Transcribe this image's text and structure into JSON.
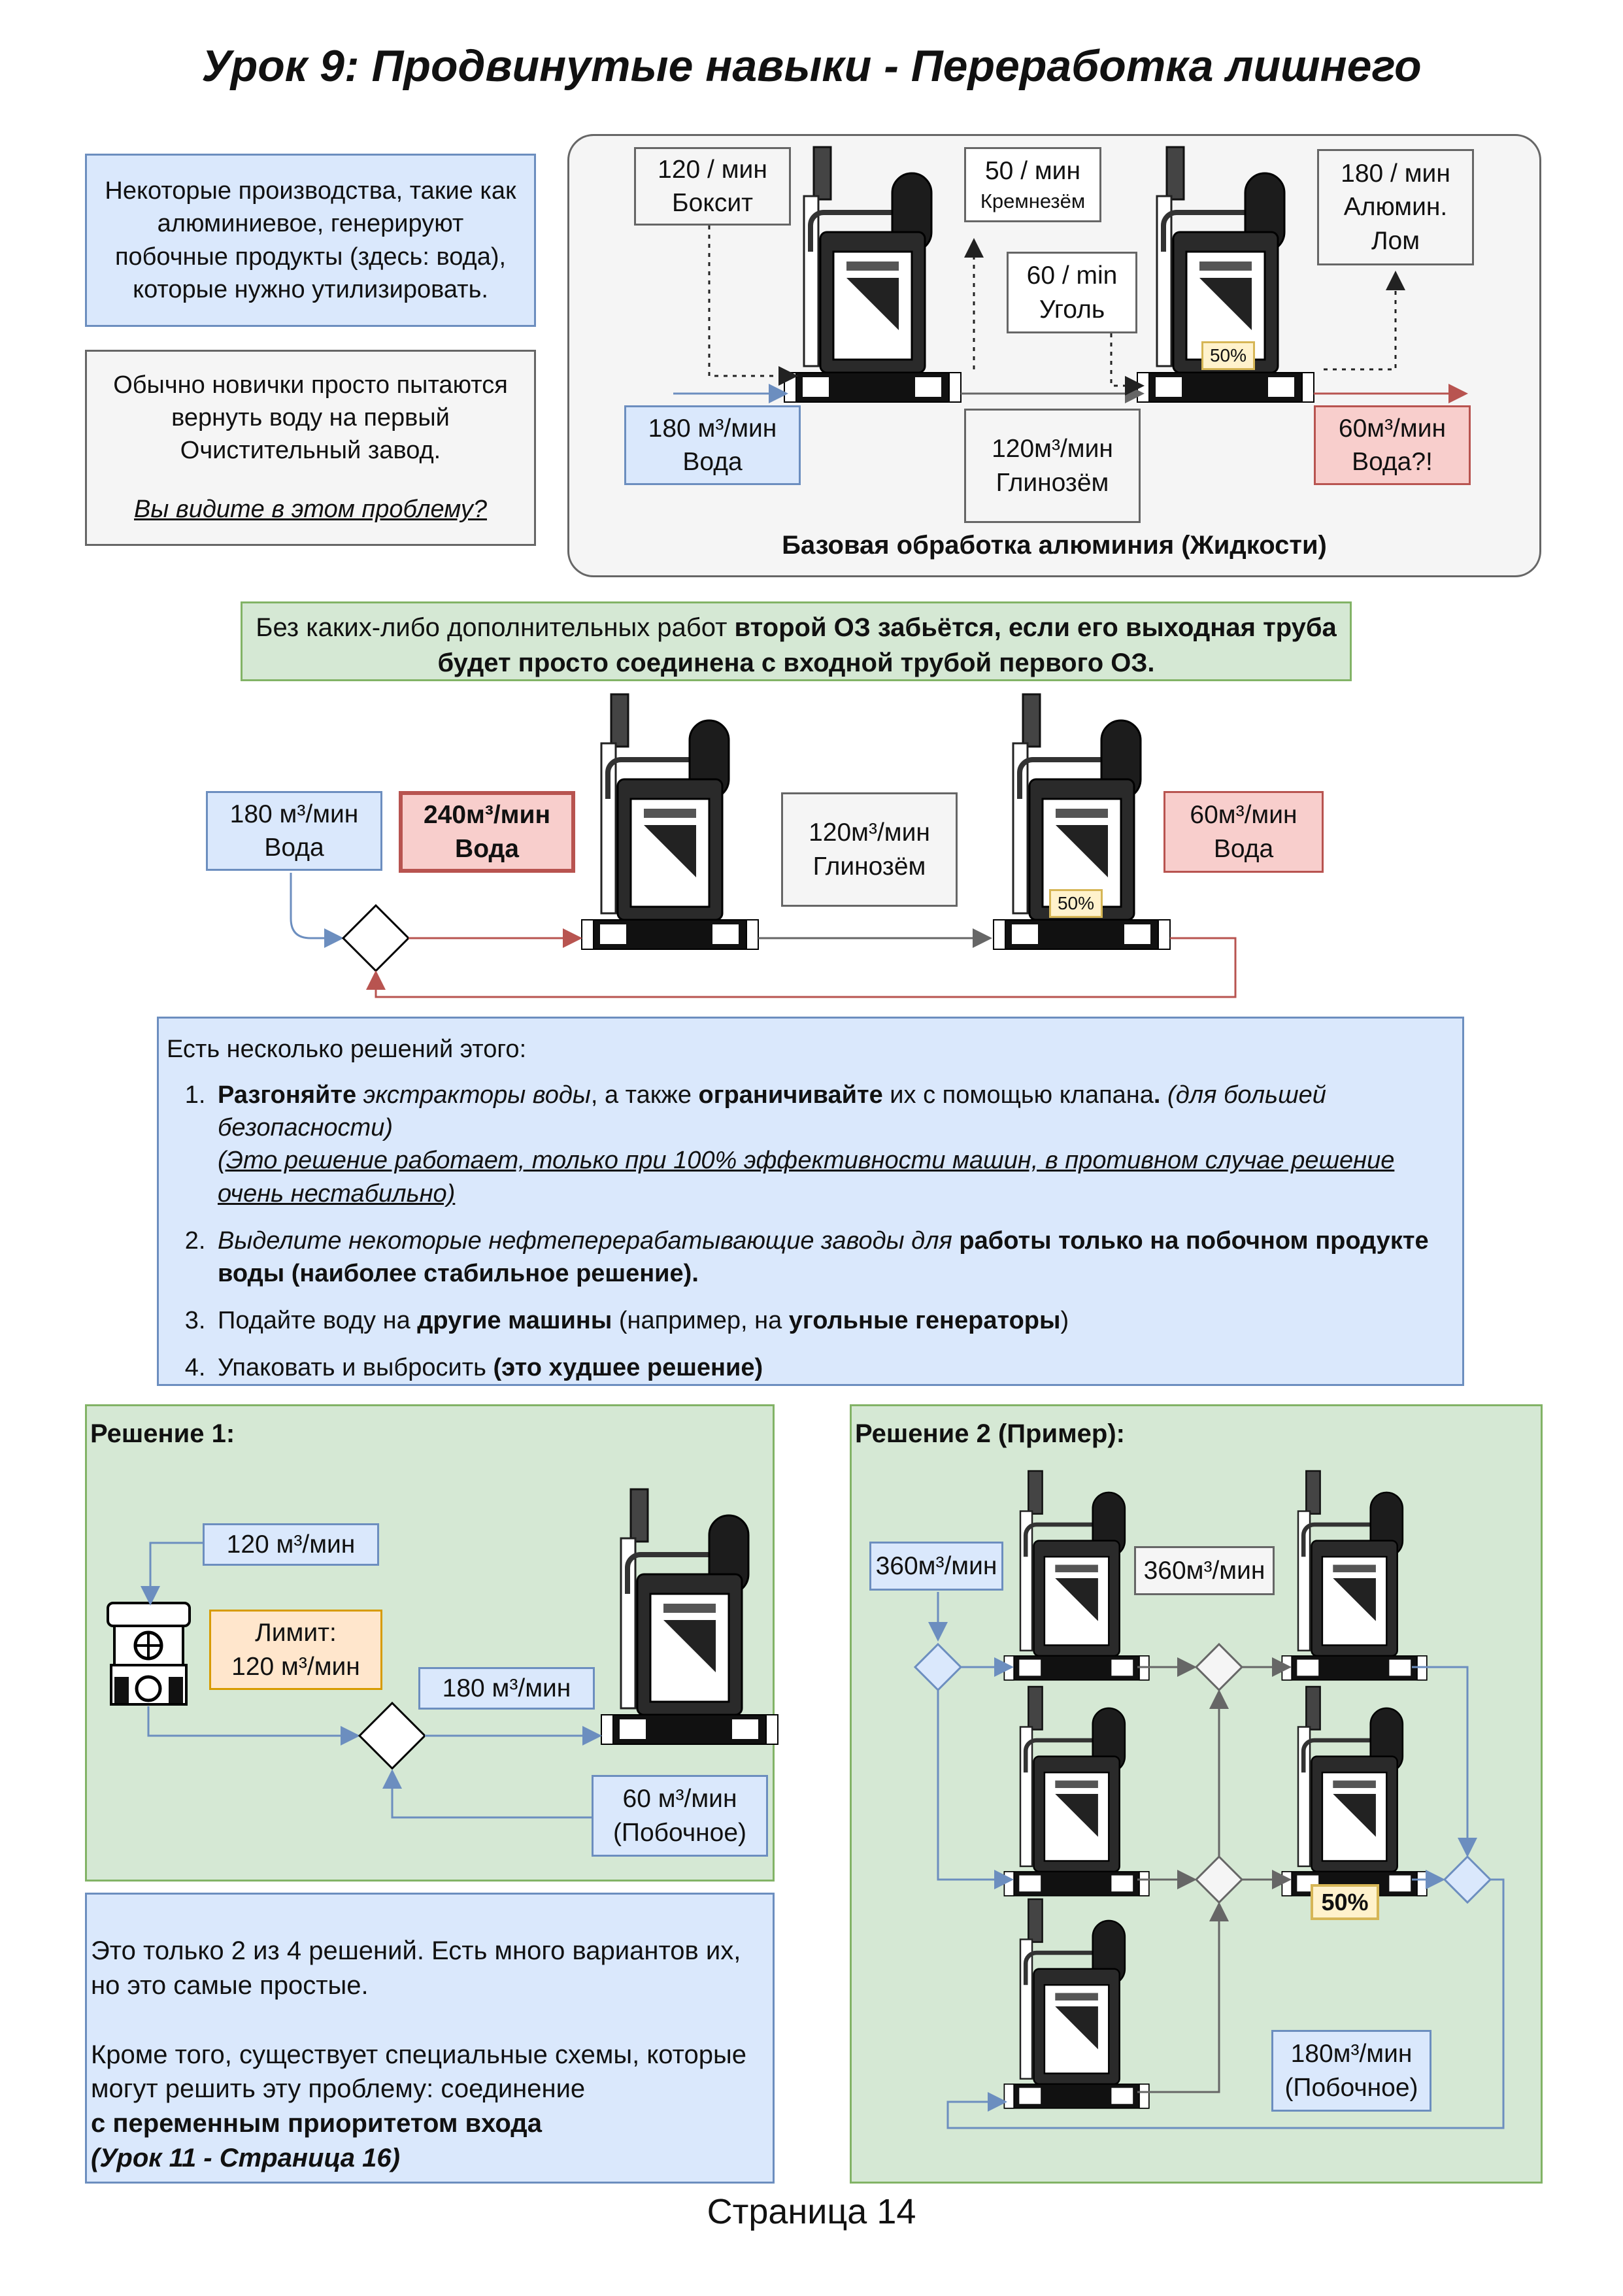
{
  "title": "Урок 9: Продвинутые навыки - Переработка лишнего",
  "intro": {
    "note1": "Некоторые производства, такие как алюминиевое, генерируют побочные продукты (здесь: вода), которые нужно утилизировать.",
    "note2": "Обычно новички просто пытаются вернуть воду на первый Очистительный завод.",
    "question": "Вы видите в этом проблему?"
  },
  "diagram1": {
    "caption": "Базовая обработка алюминия (Жидкости)",
    "bauxite_rate": "120 / мин",
    "bauxite": "Боксит",
    "silica_rate": "50 / мин",
    "silica": "Кремнезём",
    "coal_rate": "60 / min",
    "coal": "Уголь",
    "scrap_rate": "180 / мин",
    "scrap_1": "Алюмин.",
    "scrap_2": "Лом",
    "water_in_rate": "180 м³/мин",
    "water_in": "Вода",
    "alumina_rate": "120м³/мин",
    "alumina": "Глинозём",
    "water_out_rate": "60м³/мин",
    "water_out": "Вода?!",
    "badge": "50%"
  },
  "warning": {
    "text_a": "Без каких-либо дополнительных работ ",
    "text_b": "второй ОЗ забьётся, если его выходная труба будет просто соединена с входной трубой первого ОЗ."
  },
  "diagram2": {
    "water_in_rate": "180 м³/мин",
    "water_in": "Вода",
    "water_total_rate": "240м³/мин",
    "water_total": "Вода",
    "alumina_rate": "120м³/мин",
    "alumina": "Глинозём",
    "water_out_rate": "60м³/мин",
    "water_out": "Вода",
    "badge": "50%"
  },
  "solutions": {
    "intro": "Есть несколько решений этого:",
    "s1_a": "Разгоняйте",
    "s1_b": " экстракторы воды",
    "s1_c": ", а также ",
    "s1_d": "ограничивайте",
    "s1_e": " их с помощью клапана",
    "s1_f": ". ",
    "s1_g": "(для большей безопасности)",
    "s1_note": "(Это решение работает, только при 100% эффективности машин, в противном случае решение очень нестабильно)",
    "s2_a": "Выделите некоторые нефтеперерабатывающие заводы для ",
    "s2_b": "работы только на побочном продукте воды (наиболее стабильное решение).",
    "s3_a": "Подайте воду на ",
    "s3_b": "другие машины",
    "s3_c": " (например, на ",
    "s3_d": "угольные генераторы",
    "s3_e": ")",
    "s4_a": "Упаковать и выбросить ",
    "s4_b": "(это худшее решение)"
  },
  "solution1": {
    "title": "Решение 1:",
    "extractor_rate": "120 м³/мин",
    "limit_label": "Лимит:",
    "limit_rate": "120 м³/мин",
    "merged_rate": "180 м³/мин",
    "byproduct_rate": "60 м³/мин",
    "byproduct": "(Побочное)"
  },
  "solution2": {
    "title": "Решение 2 (Пример):",
    "input_rate": "360м³/мин",
    "middle_rate": "360м³/мин",
    "byproduct_rate": "180м³/мин",
    "byproduct": "(Побочное)",
    "badge": "50%"
  },
  "footer_note": {
    "p1": "Это только 2 из 4 решений. Есть много вариантов их, но это самые простые.",
    "p2": "Кроме того, существует специальные схемы, которые могут решить эту проблему: соединение",
    "p3": "с переменным приоритетом входа",
    "p4": "(Урок 11 - Страница 16)"
  },
  "page": "Страница 14"
}
